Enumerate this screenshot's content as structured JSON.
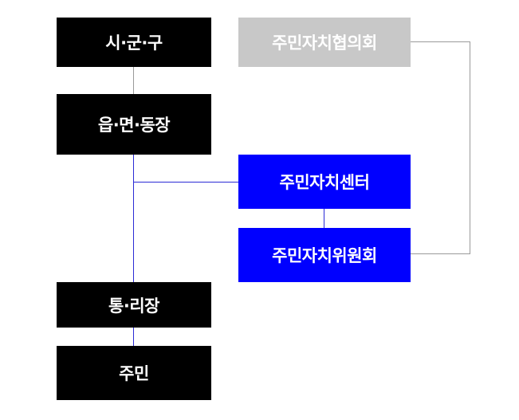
{
  "colors": {
    "dark_box": "#000000",
    "blue_box": "#0000ff",
    "gray_box": "#c8c8c8",
    "box_text": "#ffffff",
    "blue_line": "#2b2bd6",
    "gray_line": "#9a9a9a"
  },
  "nodes": {
    "sigungu": "시·군·구",
    "eupmyeondong": "읍·면·동장",
    "tongrijang": "통·리장",
    "jumin": "주민",
    "council": "주민자치협의회",
    "center": "주민자치센터",
    "committee": "주민자치위원회"
  }
}
